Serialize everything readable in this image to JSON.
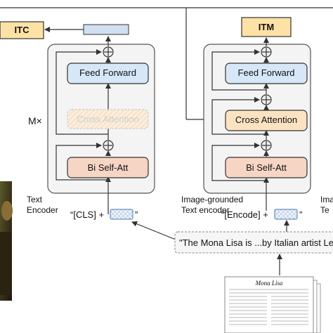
{
  "colors": {
    "itc_fill": "#fde2a6",
    "itm_fill": "#fde2a6",
    "feed_forward_fill": "#d6e8f8",
    "cross_attention_fill": "#fbe3c2",
    "cross_attention_disabled_fill": "#fbeedc",
    "bi_self_att_fill": "#f7d5c4",
    "encoder_frame_fill": "#f4f4f4",
    "embedding_fill": "#cfe0f1",
    "line": "#333333"
  },
  "outputs": {
    "itc": "ITC",
    "itm": "ITM"
  },
  "text_encoder": {
    "feed_forward": "Feed Forward",
    "cross_attention": "Cross Attention",
    "bi_self_att": "Bi Self-Att",
    "repeat": "M×",
    "name_line1": "Text",
    "name_line2": "Encoder",
    "input_prefix": "“[CLS] +",
    "input_suffix": "”"
  },
  "grounded_encoder": {
    "feed_forward": "Feed Forward",
    "cross_attention": "Cross Attention",
    "bi_self_att": "Bi Self-Att",
    "name_line1": "Image-grounded",
    "name_line2": "Text encoder",
    "input_prefix": "“[Encode] +",
    "input_suffix": "”"
  },
  "right_cut": {
    "line1": "Ima",
    "line2": "Te"
  },
  "caption": "\"The Mona Lisa is ...by Italian artist Leonardo",
  "document_title": "Mona Lisa",
  "icons": {
    "plus": "circled-plus-icon",
    "painting": "painting-image",
    "document": "document-stack-icon"
  }
}
